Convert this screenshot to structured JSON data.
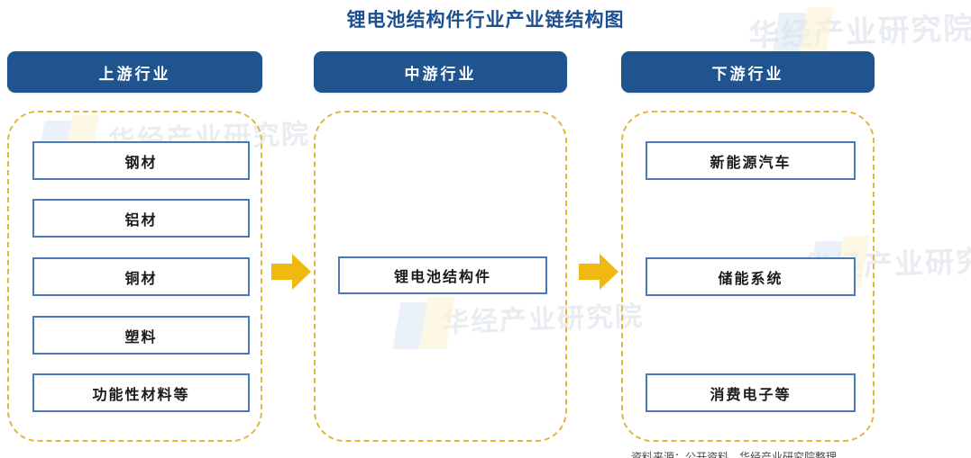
{
  "page": {
    "title": "锂电池结构件行业产业链结构图",
    "background_color": "#ffffff",
    "title_color": "#1d4f91",
    "header_color": "#1f548f",
    "dashed_border_color": "#e0b73a",
    "box_border_color": "#4a7ab5",
    "arrow_color": "#f0b90f"
  },
  "watermarks": [
    {
      "text": "华经产业研究院"
    },
    {
      "text": "华经产业研究院"
    },
    {
      "text": "华经产业研究院"
    },
    {
      "text": "华经产业研究院"
    }
  ],
  "columns": [
    {
      "key": "upstream",
      "header": "上游行业",
      "items": [
        {
          "label": "钢材"
        },
        {
          "label": "铝材"
        },
        {
          "label": "铜材"
        },
        {
          "label": "塑料"
        },
        {
          "label": "功能性材料等"
        }
      ]
    },
    {
      "key": "midstream",
      "header": "中游行业",
      "items": [
        {
          "label": "锂电池结构件"
        }
      ]
    },
    {
      "key": "downstream",
      "header": "下游行业",
      "items": [
        {
          "label": "新能源汽车"
        },
        {
          "label": "储能系统"
        },
        {
          "label": "消费电子等"
        }
      ]
    }
  ],
  "arrows": [
    {
      "name": "upstream-to-midstream",
      "direction": "right"
    },
    {
      "name": "midstream-to-downstream",
      "direction": "right"
    }
  ],
  "source_note": "资料来源：公开资料、华经产业研究院整理"
}
